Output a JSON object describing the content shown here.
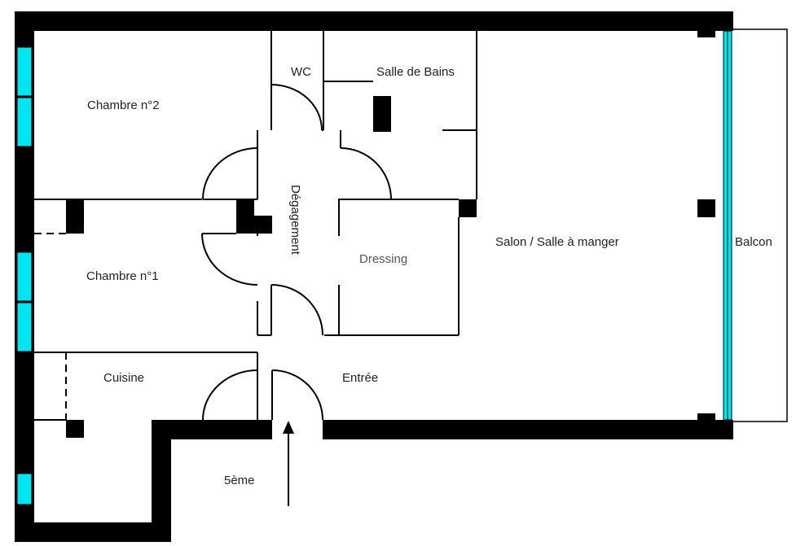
{
  "rooms": {
    "chambre2": "Chambre n°2",
    "chambre1": "Chambre n°1",
    "wc": "WC",
    "salle_de_bains": "Salle de Bains",
    "degagement": "Dégagement",
    "dressing": "Dressing",
    "salon": "Salon / Salle à manger",
    "balcon": "Balcon",
    "cuisine": "Cuisine",
    "entree": "Entrée",
    "palier": "5ème"
  },
  "colors": {
    "wall": "#000000",
    "window": "#00e5f0",
    "line": "#000000",
    "background": "#ffffff"
  }
}
